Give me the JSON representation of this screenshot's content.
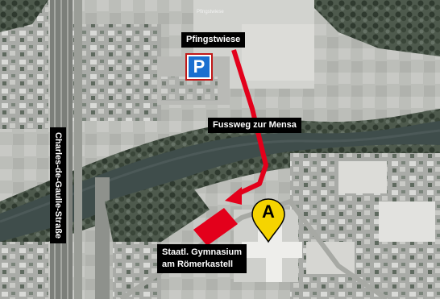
{
  "map": {
    "watermark": "Pfingstwiese",
    "parking_symbol": "P",
    "marker_letter": "A",
    "colors": {
      "route": "#e3001b",
      "label_bg": "#000000",
      "label_text": "#ffffff",
      "parking_bg": "#1a6fd0",
      "parking_border": "#c01818",
      "marker_fill": "#f5d400",
      "river": "#3f4d4b"
    },
    "labels": {
      "pfingstwiese": "Pfingstwiese",
      "footpath": "Fussweg zur Mensa",
      "school_line1": "Staatl. Gymnasium",
      "school_line2": "am Römerkastell",
      "street": "Charles-de-Gaulle-Straße"
    }
  }
}
